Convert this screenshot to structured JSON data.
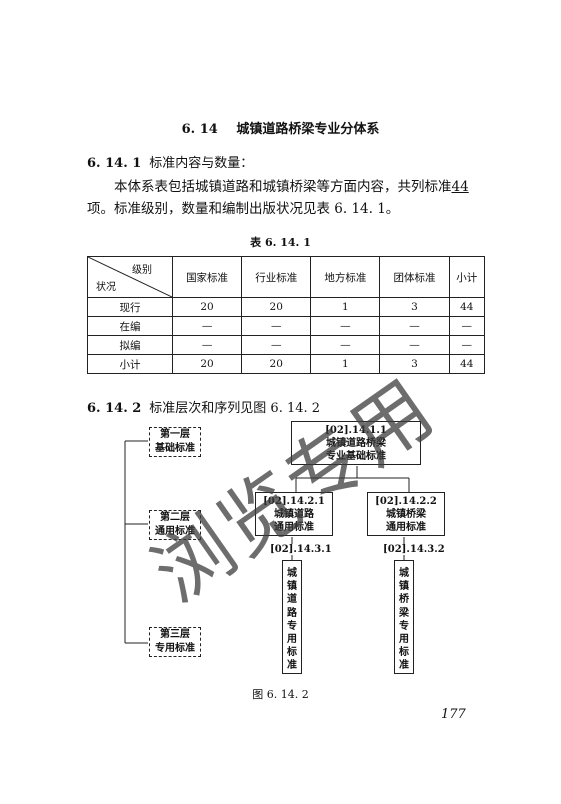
{
  "section": {
    "number": "6. 14",
    "title": "城镇道路桥梁专业分体系"
  },
  "sub1": {
    "number": "6. 14. 1",
    "title": "标准内容与数量："
  },
  "paragraph": {
    "line1": "本体系表包括城镇道路和城镇桥梁等方面内容，共列标准",
    "count": "44",
    "line2": "项。标准级别，数量和编制出版状况见表 6. 14. 1。"
  },
  "table": {
    "caption": "表 6. 14. 1",
    "corner_top": "级别",
    "corner_bottom": "状况",
    "columns": [
      "国家标准",
      "行业标准",
      "地方标准",
      "团体标准",
      "小计"
    ],
    "rows": [
      {
        "label": "现行",
        "values": [
          "20",
          "20",
          "1",
          "3",
          "44"
        ]
      },
      {
        "label": "在编",
        "values": [
          "—",
          "—",
          "—",
          "—",
          "—"
        ]
      },
      {
        "label": "拟编",
        "values": [
          "—",
          "—",
          "—",
          "—",
          "—"
        ]
      },
      {
        "label": "小计",
        "values": [
          "20",
          "20",
          "1",
          "3",
          "44"
        ]
      }
    ]
  },
  "sub2": {
    "number": "6. 14. 2",
    "title": "标准层次和序列见图 6. 14. 2"
  },
  "diagram": {
    "layer1": [
      "第一层",
      "基础标准"
    ],
    "layer2": [
      "第二层",
      "通用标准"
    ],
    "layer3": [
      "第三层",
      "专用标准"
    ],
    "top_box": [
      "[02].14.1.1",
      "城镇道路桥梁",
      "专业基础标准"
    ],
    "mid_left": [
      "[02].14.2.1",
      "城镇道路",
      "通用标准"
    ],
    "mid_right": [
      "[02].14.2.2",
      "城镇桥梁",
      "通用标准"
    ],
    "low_left_code": "[02].14.3.1",
    "low_left_text": "城镇道路专用标准",
    "low_right_code": "[02].14.3.2",
    "low_right_text": "城镇桥梁专用标准"
  },
  "figure_caption": "图 6. 14. 2",
  "page_number": "177",
  "watermark": "浏览专用"
}
